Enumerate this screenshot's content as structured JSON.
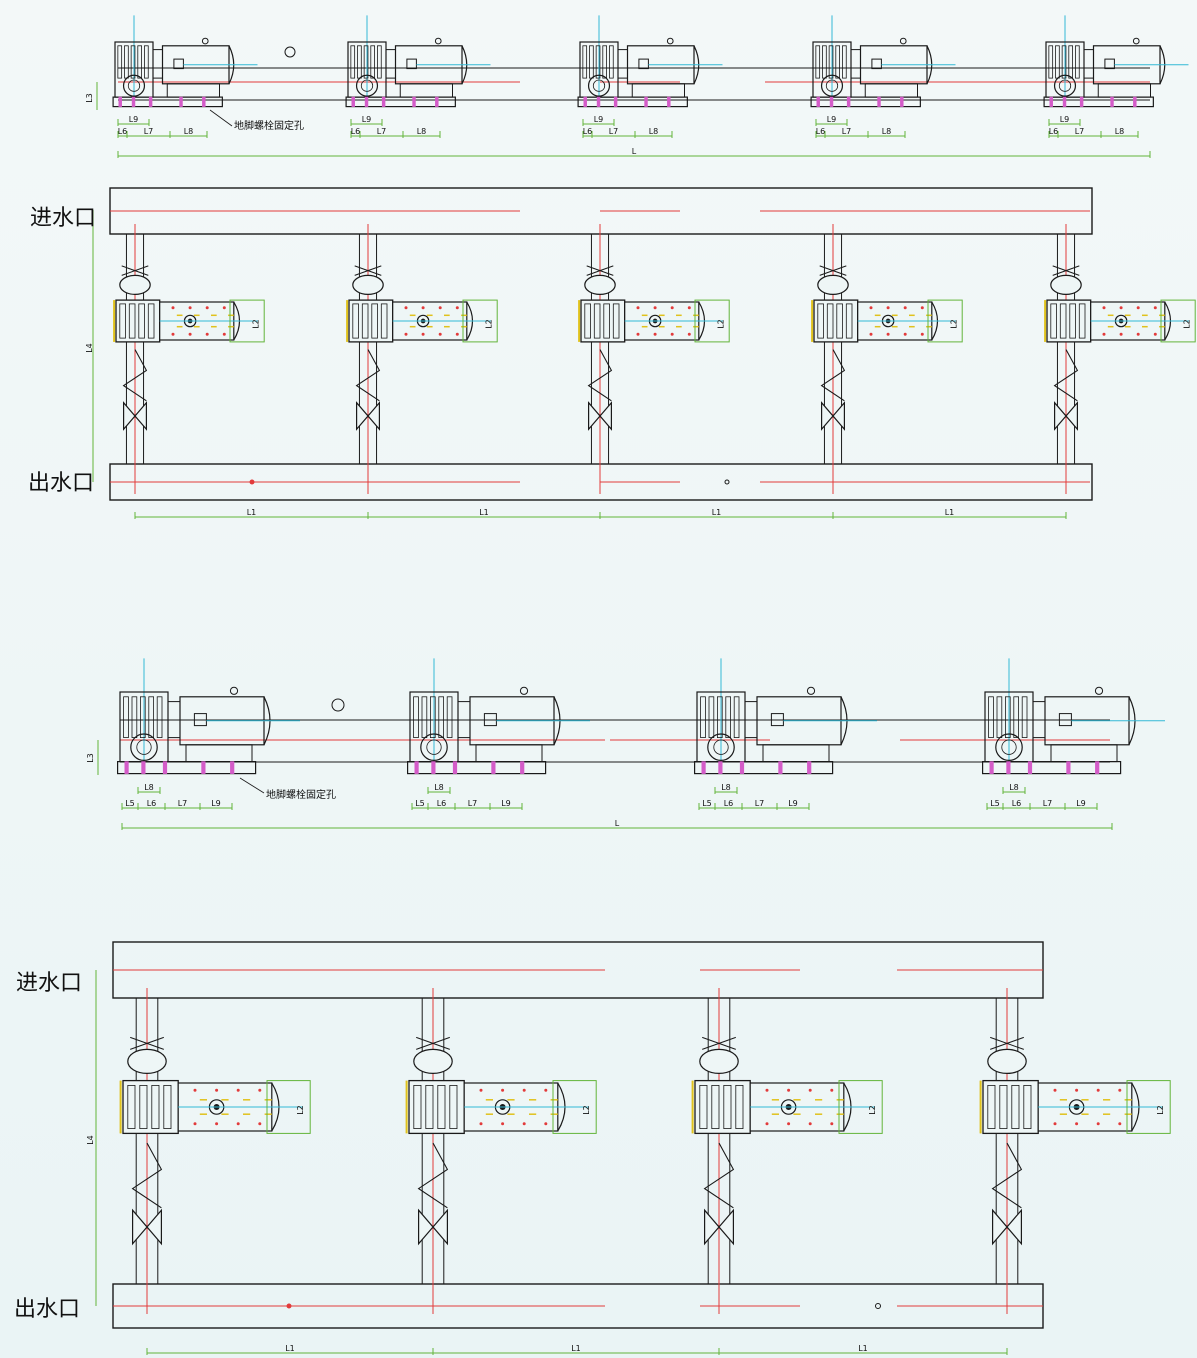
{
  "labels": {
    "inlet": "进水口",
    "outlet": "出水口",
    "anchor_bolt_hole": "地脚螺栓固定孔",
    "dimensions": {
      "L": "L",
      "L1": "L1",
      "L2": "L2",
      "L3": "L3",
      "L4": "L4",
      "L5": "L5",
      "L6": "L6",
      "L7": "L7",
      "L8": "L8",
      "L9": "L9"
    }
  },
  "configurations": [
    {
      "name": "five_pump_unit",
      "pump_count": 5
    },
    {
      "name": "four_pump_unit",
      "pump_count": 4
    }
  ],
  "colors": {
    "outline": "#1a1a1a",
    "dimension": "#63b53a",
    "centerline_red": "#e23b3b",
    "centerline_cyan": "#33b9d6",
    "bolt_magenta": "#d45cc8",
    "detail_yellow": "#e0c21c",
    "background": "#eef6f6"
  }
}
